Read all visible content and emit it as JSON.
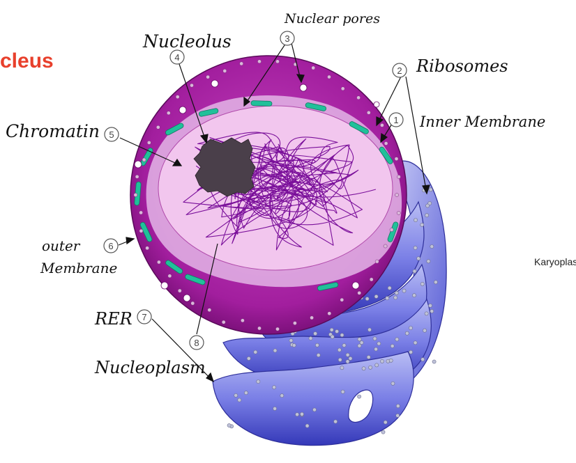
{
  "title": "cleus",
  "side_label": "Karyoplasm",
  "colors": {
    "title": "#e8402c",
    "envelope": "#a21e9e",
    "envelope_dark": "#6a0a6a",
    "nucleoplasm": "#f2c6ee",
    "chromatin": "#7a0f9a",
    "nucleolus": "#4a3f4a",
    "pores": "#20c09a",
    "er": "#6a6fe0",
    "er_dark": "#3438b8",
    "er_light": "#b9bdf4"
  },
  "labels": [
    {
      "id": "inner-membrane",
      "number": "1",
      "text": "Inner Membrane"
    },
    {
      "id": "ribosomes",
      "number": "2",
      "text": "Ribosomes"
    },
    {
      "id": "nuclear-pores",
      "number": "3",
      "text": "Nuclear pores"
    },
    {
      "id": "nucleolus",
      "number": "4",
      "text": "Nucleolus"
    },
    {
      "id": "chromatin",
      "number": "5",
      "text": "Chromatin"
    },
    {
      "id": "outer-membrane",
      "number": "6",
      "text": "outer",
      "text2": "Membrane"
    },
    {
      "id": "rer",
      "number": "7",
      "text": "RER"
    },
    {
      "id": "nucleoplasm",
      "number": "8",
      "text": "Nucleoplasm"
    }
  ]
}
